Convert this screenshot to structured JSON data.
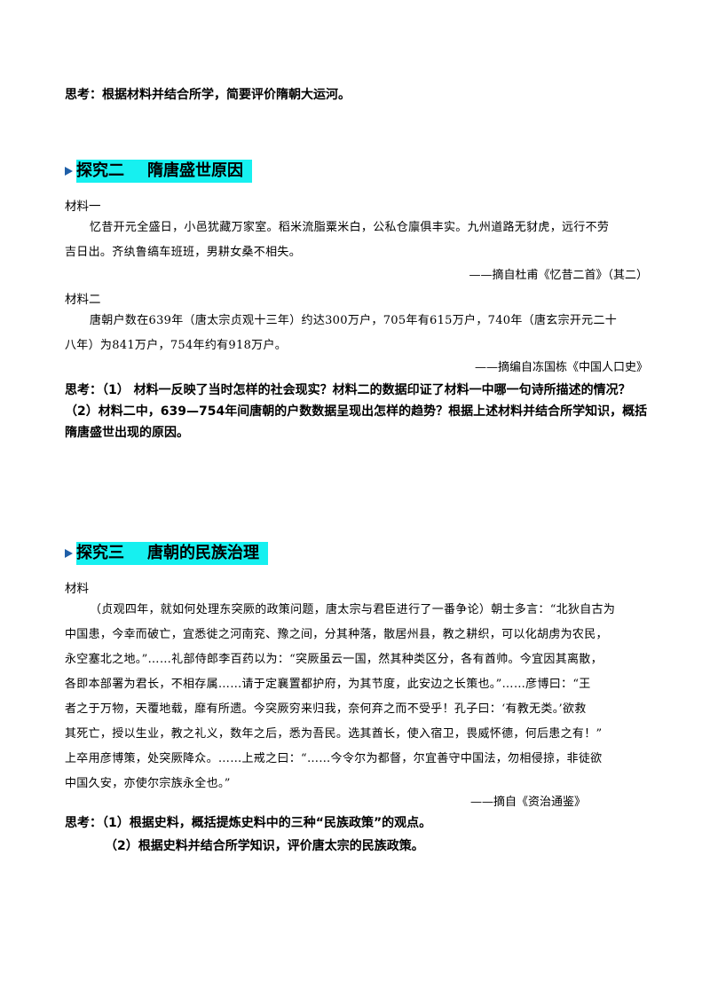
{
  "q_top": "思考：根据材料并结合所学，简要评价隋朝大运河。",
  "s2": {
    "title_a": "探究二",
    "title_b": "隋唐盛世原因",
    "m1_label": "材料一",
    "m1_l1": "忆昔开元全盛日，小邑犹藏万家室。稻米流脂粟米白，公私仓廪俱丰实。九州道路无豺虎，远行不劳",
    "m1_l2": "吉日出。齐纨鲁缟车班班，男耕女桑不相失。",
    "m1_src": "——摘自杜甫《忆昔二首》（其二）",
    "m2_label": "材料二",
    "m2_l1": "唐朝户数在639年（唐太宗贞观十三年）约达300万户，705年有615万户，740年（唐玄宗开元二十",
    "m2_l2": "八年）为841万户，754年约有918万户。",
    "m2_src": "——摘编自冻国栋《中国人口史》",
    "q_l1": "思考：（1） 材料一反映了当时怎样的社会现实？材料二的数据印证了材料一中哪一句诗所描述的情况？",
    "q_l2": "（2）材料二中，639—754年间唐朝的户数数据呈现出怎样的趋势？根据上述材料并结合所学知识，概括",
    "q_l3": "隋唐盛世出现的原因。"
  },
  "s3": {
    "title_a": "探究三",
    "title_b": "唐朝的民族治理",
    "m_label": "材料",
    "l1": "（贞观四年，就如何处理东突厥的政策问题，唐太宗与君臣进行了一番争论）朝士多言：“北狄自古为",
    "l2": "中国患，今幸而破亡，宜悉徙之河南兖、豫之间，分其种落，散居州县，教之耕织，可以化胡虏为农民，",
    "l3": "永空塞北之地。”……礼部侍郎李百药以为：“突厥虽云一国，然其种类区分，各有酋帅。今宜因其离散，",
    "l4": "各即本部署为君长，不相存属……请于定襄置都护府，为其节度，此安边之长策也。”……彦博曰：“王",
    "l5": "者之于万物，天覆地载，靡有所遗。今突厥穷来归我，奈何弃之而不受乎！孔子曰：‘有教无类。’欲救",
    "l6": "其死亡，授以生业，教之礼义，数年之后，悉为吾民。选其酋长，使入宿卫，畏威怀德，何后患之有！”",
    "l7": "上卒用彦博策，处突厥降众。……上戒之曰：“……今令尔为都督，尔宜善守中国法，勿相侵掠，非徒欲",
    "l8": "中国久安，亦使尔宗族永全也。”",
    "src": "——摘自《资治通鉴》",
    "q1": "思考：（1）根据史料，概括提炼史料中的三种“民族政策”的观点。",
    "q2": "（2）根据史料并结合所学知识，评价唐太宗的民族政策。"
  }
}
